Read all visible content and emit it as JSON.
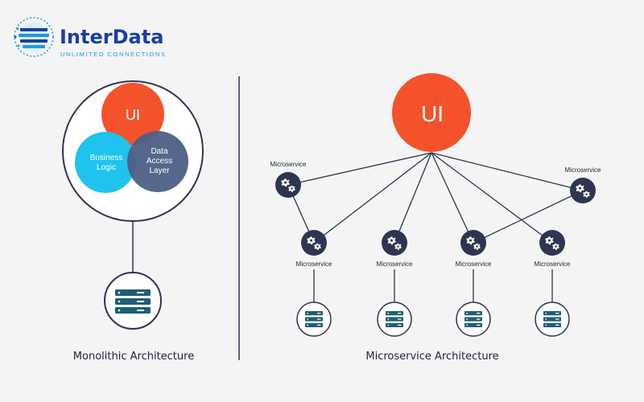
{
  "brand": {
    "name": "InterData",
    "tagline": "UNLIMITED CONNECTIONS",
    "colors": {
      "primary": "#1a3fa0",
      "accent": "#1e9be0"
    }
  },
  "monolith": {
    "ui_label": "UI",
    "business_logic_line1": "Business",
    "business_logic_line2": "Logic",
    "data_access_line1": "Data",
    "data_access_line2": "Access",
    "data_access_line3": "Layer",
    "caption": "Monolithic Architecture"
  },
  "microservices": {
    "ui_label": "UI",
    "caption": "Microservice Architecture",
    "service_label": "Microservice",
    "nodes": [
      {
        "label": "Microservice"
      },
      {
        "label": "Microservice"
      },
      {
        "label": "Microservice"
      },
      {
        "label": "Microservice"
      },
      {
        "label": "Microservice"
      },
      {
        "label": "Microservice"
      }
    ]
  },
  "colors": {
    "ui_orange": "#f4522b",
    "business_cyan": "#1fc3ee",
    "data_slate": "#4e5f86",
    "node_navy": "#2c3651",
    "server_teal": "#1e5f73",
    "line_dark": "#2d3650"
  },
  "icons": {
    "service": "gear-icon",
    "storage": "server-icon",
    "brand": "globe-logo-icon"
  }
}
